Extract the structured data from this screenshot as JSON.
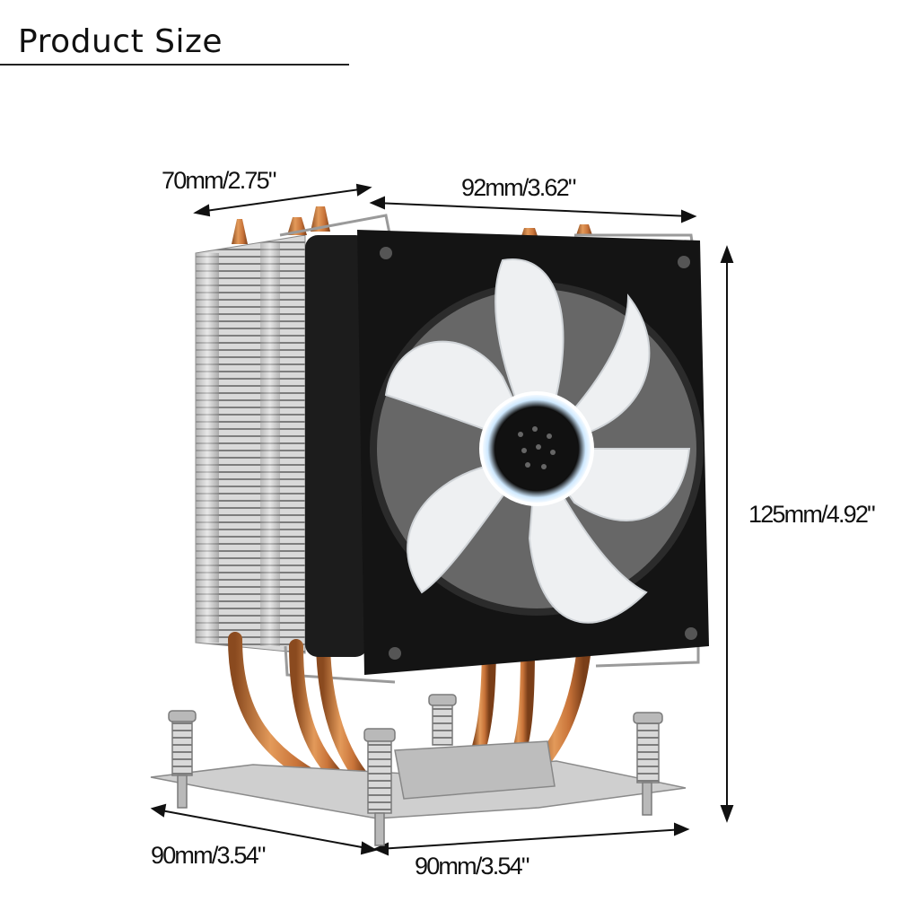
{
  "title": "Product Size",
  "dimensions": {
    "depth": "70mm/2.75\"",
    "width": "92mm/3.62\"",
    "height": "125mm/4.92\"",
    "base_left": "90mm/3.54\"",
    "base_right": "90mm/3.54\""
  },
  "colors": {
    "copper": "#c9743a",
    "aluminum": "#c8c8c8",
    "fan_frame": "#141414",
    "fan_blade": "#eef0f2",
    "fan_ring": "#9bd3ff"
  }
}
